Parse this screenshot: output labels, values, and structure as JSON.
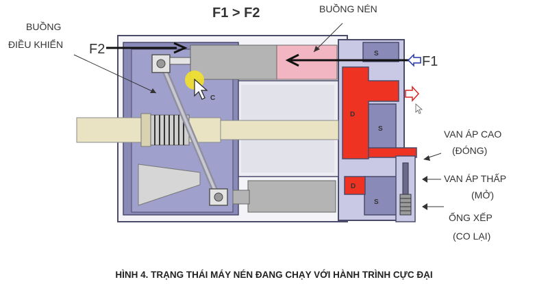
{
  "title": "F1 > F2",
  "labels": {
    "control_chamber": [
      "BUỒNG",
      "ĐIỀU KHIỂN"
    ],
    "compression_chamber": "BUỒNG NÉN",
    "force_left": "F2",
    "force_right": "F1",
    "high_pressure_valve": [
      "VAN ÁP CAO",
      "(ĐÓNG)"
    ],
    "low_pressure_valve": [
      "VAN ÁP THẤP",
      "(MỞ)"
    ],
    "bellows": [
      "ỐNG XẾP",
      "(CO LẠI)"
    ]
  },
  "region_letters": {
    "c": "C",
    "d_upper": "D",
    "d_lower": "D",
    "s_top": "S",
    "s_mid": "S",
    "s_bottom": "S"
  },
  "caption": "HÌNH 4. TRẠNG THÁI MÁY NÉN ĐANG CHẠY VỚI HÀNH TRÌNH CỰC ĐẠI",
  "colors": {
    "housing_fill": "#8a8ab8",
    "housing_light": "#c9c9e6",
    "chamber_grey": "#b4b4b4",
    "chamber_pink": "#f2b6c2",
    "high_pressure_red": "#ee3322",
    "shaft": "#e9e3c4",
    "outline": "#4a4a6a",
    "cursor_highlight": "#f3e12a",
    "arrow_blue": "#2233aa",
    "arrow_red": "#dd2222"
  }
}
